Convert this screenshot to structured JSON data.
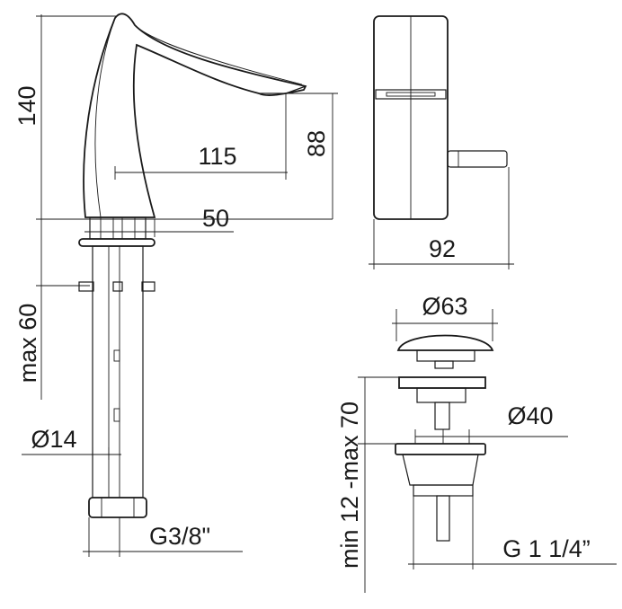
{
  "dimensions": {
    "height_total": "140",
    "spout_reach": "115",
    "spout_height": "88",
    "base_offset": "50",
    "body_depth": "92",
    "max_deck": "max 60",
    "tail_diameter": "Ø14",
    "thread_tap": "G3/8\"",
    "waste_cap_diameter": "Ø63",
    "waste_body_diameter": "Ø40",
    "waste_range": "min 12 -max 70",
    "thread_waste": "G 1 1/4”"
  },
  "colors": {
    "ink": "#1a1a1a",
    "paper": "#ffffff"
  }
}
